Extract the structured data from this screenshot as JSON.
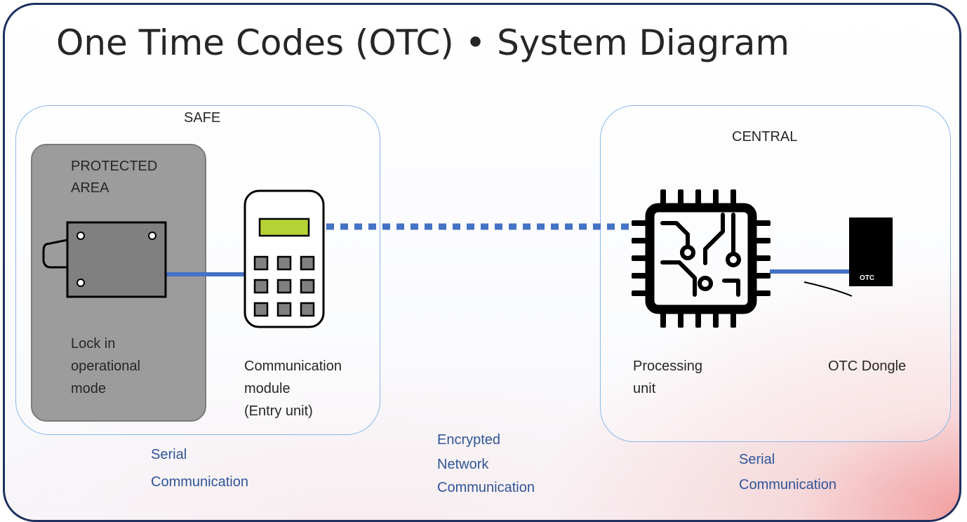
{
  "title": "One Time Codes (OTC) • System Diagram",
  "safe": {
    "label": "SAFE",
    "protected_area": {
      "label_line1": "PROTECTED",
      "label_line2": "AREA"
    },
    "lock": {
      "line1": "Lock in",
      "line2": "operational",
      "line3": "mode"
    },
    "comm_module": {
      "line1": "Communication",
      "line2": "module",
      "line3": "(Entry unit)"
    }
  },
  "central": {
    "label": "CENTRAL",
    "processing_unit": {
      "line1": "Processing",
      "line2": "unit"
    },
    "dongle": {
      "label": "OTC Dongle",
      "device_text": "OTC"
    }
  },
  "connections": {
    "serial_left": {
      "line1": "Serial",
      "line2": "Communication"
    },
    "network": {
      "line1": "Encrypted",
      "line2": "Network",
      "line3": "Communication"
    },
    "serial_right": {
      "line1": "Serial",
      "line2": "Communication"
    }
  },
  "colors": {
    "link": "#4472c4",
    "group_border": "#8ab7ea",
    "caption": "#2f5597",
    "border": "#1f3060"
  }
}
